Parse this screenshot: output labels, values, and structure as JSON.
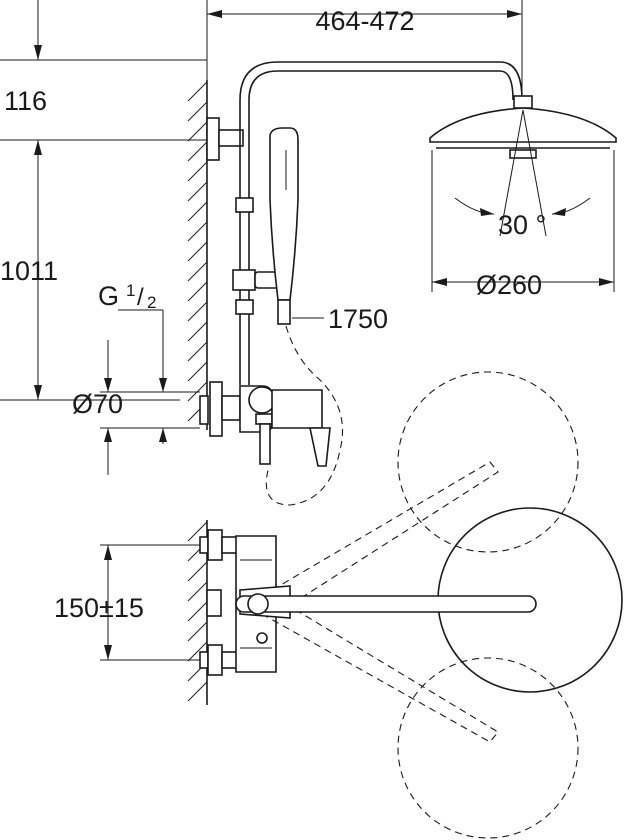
{
  "dimensions": {
    "width_range": "464-472",
    "top_offset": "116",
    "height": "1011",
    "thread": "G",
    "thread_fraction_num": "1",
    "thread_fraction_den": "2",
    "pipe_diameter": "Ø70",
    "hose_length": "1750",
    "spray_angle": "30 °",
    "head_diameter": "Ø260",
    "connection_spacing": "150±15"
  }
}
